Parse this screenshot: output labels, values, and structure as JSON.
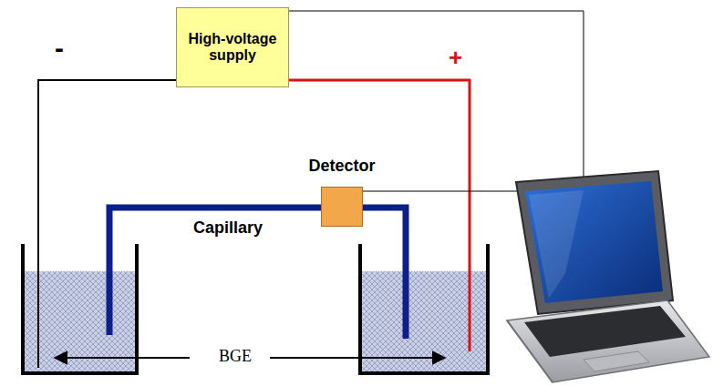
{
  "diagram": {
    "nodes": [
      {
        "text": [
          "High-voltage supply"
        ]
      },
      {
        "text": [
          "Detector"
        ]
      }
    ],
    "labels": [
      "-",
      "+",
      "Capillary",
      "BGE"
    ]
  }
}
